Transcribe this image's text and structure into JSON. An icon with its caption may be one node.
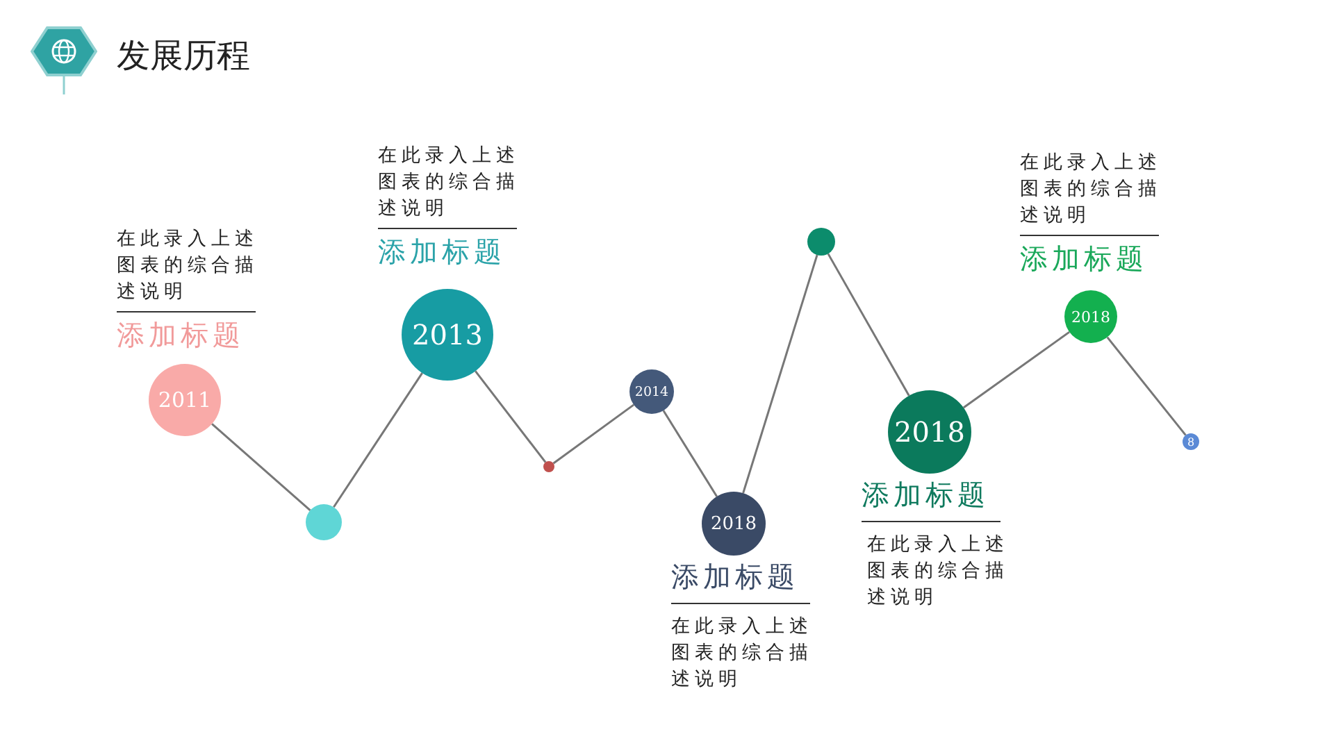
{
  "diagram": {
    "title": "发展历程",
    "nodes": [
      {
        "text": [
          "2011"
        ],
        "beside": [
          "在此录入上述图表的综合描述说明",
          "添加标题"
        ]
      },
      {
        "text": [],
        "shape": "circle"
      },
      {
        "text": [
          "2013"
        ],
        "beside": [
          "在此录入上述图表的综合描述说明",
          "添加标题"
        ]
      },
      {
        "text": [],
        "shape": "circle"
      },
      {
        "text": [
          "2014"
        ]
      },
      {
        "text": [
          "2018"
        ],
        "beside": [
          "添加标题",
          "在此录入上述图表的综合描述说明"
        ]
      },
      {
        "text": [],
        "shape": "circle"
      },
      {
        "text": [
          "2018"
        ],
        "beside": [
          "添加标题",
          "在此录入上述图表的综合描述说明"
        ]
      },
      {
        "text": [
          "2018"
        ],
        "beside": [
          "在此录入上述图表的综合描述说明",
          "添加标题"
        ]
      },
      {
        "text": [
          "8"
        ]
      }
    ],
    "edges": [
      {
        "from": 0,
        "to": 1,
        "arrow": "none"
      },
      {
        "from": 1,
        "to": 2,
        "arrow": "none"
      },
      {
        "from": 2,
        "to": 3,
        "arrow": "none"
      },
      {
        "from": 3,
        "to": 4,
        "arrow": "none"
      },
      {
        "from": 4,
        "to": 5,
        "arrow": "none"
      },
      {
        "from": 5,
        "to": 6,
        "arrow": "none"
      },
      {
        "from": 6,
        "to": 7,
        "arrow": "none"
      },
      {
        "from": 7,
        "to": 8,
        "arrow": "none"
      },
      {
        "from": 8,
        "to": 9,
        "arrow": "none"
      }
    ]
  }
}
